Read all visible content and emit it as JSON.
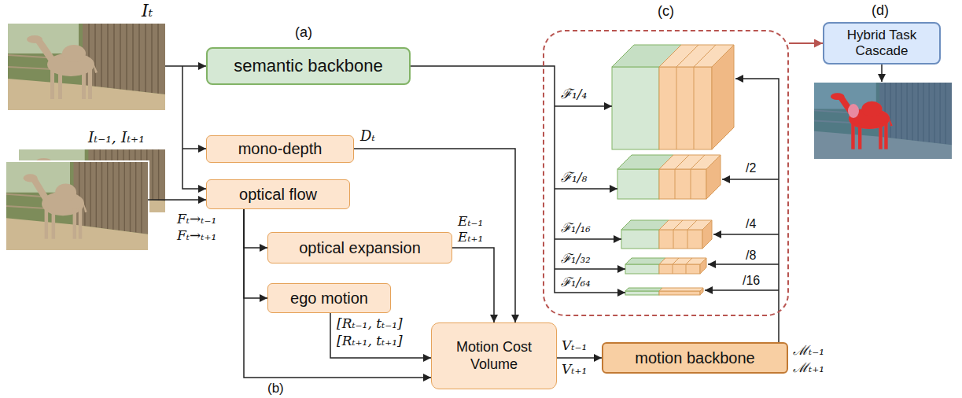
{
  "diagram": {
    "nodes": [
      {
        "text": [
          "semantic backbone"
        ]
      },
      {
        "text": [
          "mono-depth"
        ]
      },
      {
        "text": [
          "optical flow"
        ]
      },
      {
        "text": [
          "optical expansion"
        ]
      },
      {
        "text": [
          "ego motion"
        ]
      },
      {
        "text": [
          "Motion Cost Volume"
        ]
      },
      {
        "text": [
          "motion backbone"
        ]
      },
      {
        "text": [
          "(c)"
        ]
      },
      {
        "text": [
          "Hybrid Task Cascade"
        ]
      }
    ],
    "edges": [
      {
        "from": 1,
        "to": 5,
        "arrow": "to",
        "label": "Dₜ"
      },
      {
        "from": 2,
        "to": 3,
        "arrow": "to"
      },
      {
        "from": 2,
        "to": 4,
        "arrow": "to"
      },
      {
        "from": 2,
        "to": 5,
        "arrow": "to"
      },
      {
        "from": 3,
        "to": 5,
        "arrow": "to"
      },
      {
        "from": 4,
        "to": 5,
        "arrow": "to"
      },
      {
        "from": 5,
        "to": 6,
        "arrow": "to"
      },
      {
        "from": 6,
        "to": 7,
        "arrow": "none"
      },
      {
        "from": 7,
        "to": 8,
        "arrow": "to"
      }
    ],
    "labels": [
      "Iₜ",
      "Iₜ₋₁, Iₜ₊₁",
      "(a)",
      "Fₜ→ₜ₋₁",
      "Fₜ→ₜ₊₁",
      "Eₜ₋₁",
      "Eₜ₊₁",
      "[Rₜ₋₁, tₜ₋₁]",
      "[Rₜ₊₁, tₜ₊₁]",
      "Vₜ₋₁",
      "Vₜ₊₁",
      "ℳₜ₋₁",
      "ℳₜ₊₁",
      "ℱ₁/₄",
      "ℱ₁/₈",
      "ℱ₁/₁₆",
      "ℱ₁/₃₂",
      "ℱ₁/₆₄",
      "/2",
      "/4",
      "/8",
      "/16",
      "(b)",
      "(d)"
    ]
  }
}
